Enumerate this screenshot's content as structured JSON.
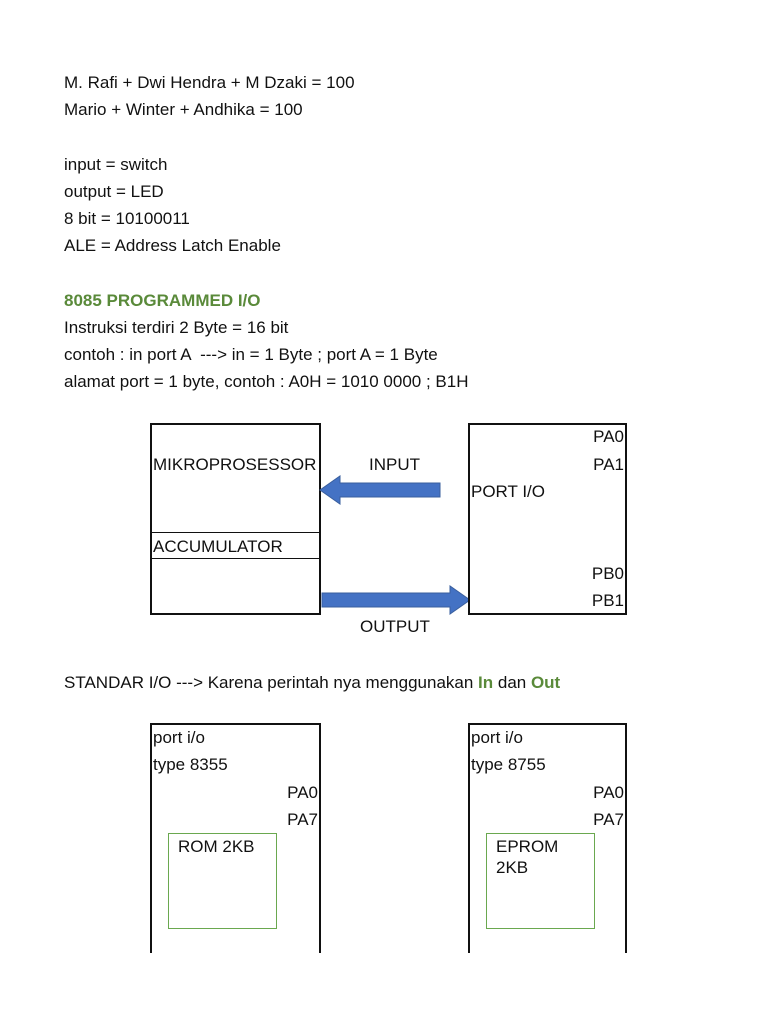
{
  "lines": {
    "l1": "M. Rafi + Dwi Hendra + M Dzaki = 100",
    "l2": "Mario + Winter + Andhika = 100",
    "l3": "input = switch",
    "l4": "output = LED",
    "l5": "8 bit = 10100011",
    "l6": "ALE = Address Latch Enable"
  },
  "section": {
    "heading": "8085 PROGRAMMED I/O",
    "l1": "Instruksi terdiri 2 Byte = 16 bit",
    "l2": "contoh : in port A  ---> in = 1 Byte ; port A = 1 Byte",
    "l3": "alamat port = 1 byte, contoh : A0H = 1010 0000 ; B1H"
  },
  "diagram1": {
    "cpu_label": "MIKROPROSESSOR",
    "acc_label": "ACCUMULATOR",
    "input_label": "INPUT",
    "output_label": "OUTPUT",
    "port_label": "PORT I/O",
    "pa0": "PA0",
    "pa1": "PA1",
    "pb0": "PB0",
    "pb1": "PB1"
  },
  "standar": {
    "prefix": "STANDAR I/O ---> Karena perintah nya menggunakan ",
    "in": "In",
    "mid": " dan ",
    "out": "Out"
  },
  "diagram2": {
    "left": {
      "title1": "port i/o",
      "title2": "type 8355",
      "pa0": "PA0",
      "pa7": "PA7",
      "mem": "ROM 2KB"
    },
    "right": {
      "title1": "port i/o",
      "title2": "type 8755",
      "pa0": "PA0",
      "pa7": "PA7",
      "mem1": "EPROM",
      "mem2": "2KB"
    }
  },
  "colors": {
    "heading": "#5a8a3a",
    "arrow": "#4472c4",
    "mem_border": "#6aa84f"
  }
}
